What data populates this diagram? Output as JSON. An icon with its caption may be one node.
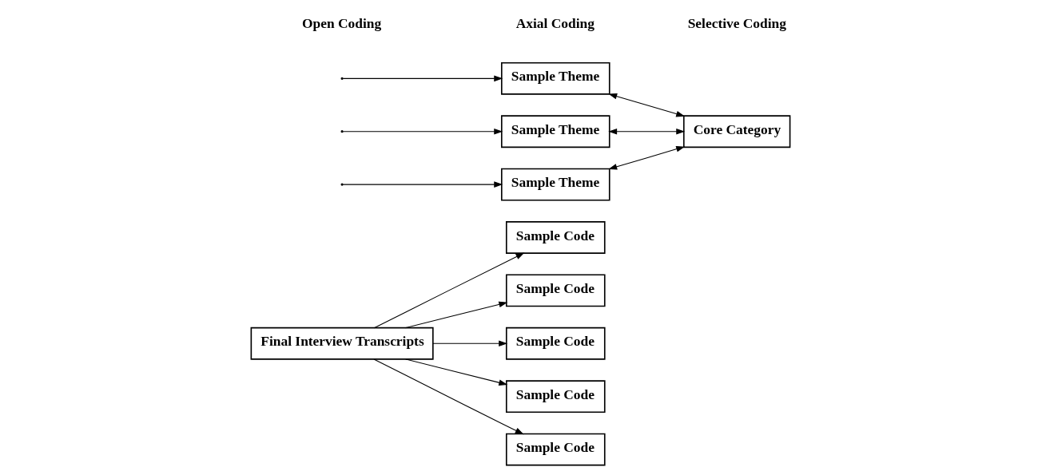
{
  "diagram": {
    "nodes": [
      {
        "text": [
          "Final Interview Transcripts"
        ]
      },
      {
        "text": [
          "Sample Code"
        ]
      },
      {
        "text": [
          "Sample Code"
        ]
      },
      {
        "text": [
          "Sample Code"
        ]
      },
      {
        "text": [
          "Sample Code"
        ]
      },
      {
        "text": [
          "Sample Code"
        ]
      },
      {
        "text": [
          "Sample Theme"
        ]
      },
      {
        "text": [
          "Sample Theme"
        ]
      },
      {
        "text": [
          "Sample Theme"
        ]
      },
      {
        "text": [
          "Core Category"
        ]
      }
    ],
    "edges": [
      {
        "from": 0,
        "to": 1,
        "arrow": "to"
      },
      {
        "from": 0,
        "to": 2,
        "arrow": "to"
      },
      {
        "from": 0,
        "to": 3,
        "arrow": "to"
      },
      {
        "from": 0,
        "to": 4,
        "arrow": "to"
      },
      {
        "from": 0,
        "to": 5,
        "arrow": "to"
      },
      {
        "from": null,
        "to": 6,
        "arrow": "to"
      },
      {
        "from": null,
        "to": 7,
        "arrow": "to"
      },
      {
        "from": null,
        "to": 8,
        "arrow": "to"
      },
      {
        "from": 6,
        "to": 9,
        "arrow": "both"
      },
      {
        "from": 7,
        "to": 9,
        "arrow": "both"
      },
      {
        "from": 8,
        "to": 9,
        "arrow": "both"
      }
    ],
    "labels": [
      "Open Coding",
      "Axial Coding",
      "Selective Coding"
    ]
  }
}
